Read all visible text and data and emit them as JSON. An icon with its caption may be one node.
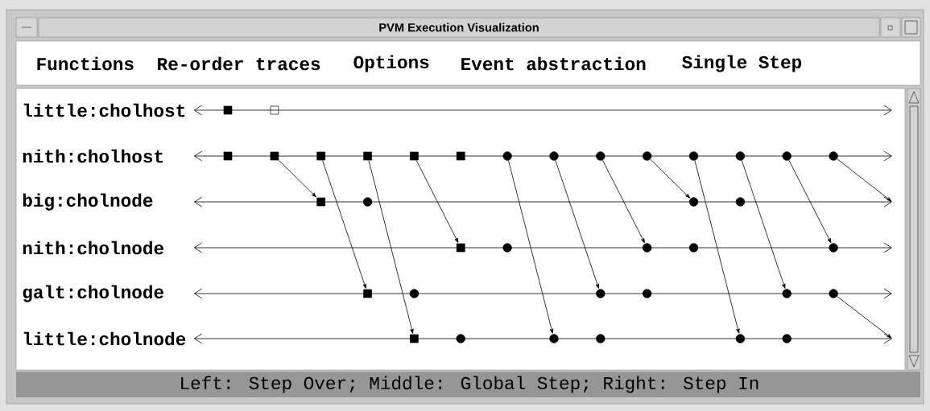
{
  "diagram": {
    "title": "PVM Execution Visualization",
    "nodes": [
      {
        "text": [
          "little:cholhost"
        ]
      },
      {
        "text": [
          "nith:cholhost"
        ]
      },
      {
        "text": [
          "big:cholnode"
        ]
      },
      {
        "text": [
          "nith:cholnode"
        ]
      },
      {
        "text": [
          "galt:cholnode"
        ]
      },
      {
        "text": [
          "little:cholnode"
        ]
      },
      {
        "text": [],
        "shape": "square"
      },
      {
        "text": [],
        "shape": "box"
      },
      {
        "text": [],
        "shape": "square"
      },
      {
        "text": [],
        "shape": "square"
      },
      {
        "text": [],
        "shape": "square"
      },
      {
        "text": [],
        "shape": "square"
      },
      {
        "text": [],
        "shape": "square"
      },
      {
        "text": [],
        "shape": "square"
      },
      {
        "text": [],
        "shape": "circle"
      },
      {
        "text": [],
        "shape": "circle"
      },
      {
        "text": [],
        "shape": "circle"
      },
      {
        "text": [],
        "shape": "circle"
      },
      {
        "text": [],
        "shape": "circle"
      },
      {
        "text": [],
        "shape": "circle"
      },
      {
        "text": [],
        "shape": "circle"
      },
      {
        "text": [],
        "shape": "circle"
      },
      {
        "text": [],
        "shape": "square"
      },
      {
        "text": [],
        "shape": "circle"
      },
      {
        "text": [],
        "shape": "circle"
      },
      {
        "text": [],
        "shape": "circle"
      },
      {
        "text": [],
        "shape": "square"
      },
      {
        "text": [],
        "shape": "circle"
      },
      {
        "text": [],
        "shape": "circle"
      },
      {
        "text": [],
        "shape": "circle"
      },
      {
        "text": [],
        "shape": "circle"
      },
      {
        "text": [],
        "shape": "square"
      },
      {
        "text": [],
        "shape": "circle"
      },
      {
        "text": [],
        "shape": "circle"
      },
      {
        "text": [],
        "shape": "circle"
      },
      {
        "text": [],
        "shape": "circle"
      },
      {
        "text": [],
        "shape": "circle"
      },
      {
        "text": [],
        "shape": "square"
      },
      {
        "text": [],
        "shape": "circle"
      },
      {
        "text": [],
        "shape": "circle"
      },
      {
        "text": [],
        "shape": "circle"
      },
      {
        "text": [],
        "shape": "circle"
      },
      {
        "text": [],
        "shape": "circle"
      }
    ],
    "edges": [
      {
        "from": 9,
        "to": 22,
        "arrow": "to"
      },
      {
        "from": 10,
        "to": 31,
        "arrow": "to"
      },
      {
        "from": 11,
        "to": 37,
        "arrow": "to"
      },
      {
        "from": 12,
        "to": 26,
        "arrow": "to"
      },
      {
        "from": 14,
        "to": 39,
        "arrow": "to"
      },
      {
        "from": 15,
        "to": 33,
        "arrow": "to"
      },
      {
        "from": 16,
        "to": 28,
        "arrow": "to"
      },
      {
        "from": 17,
        "to": 24,
        "arrow": "to"
      },
      {
        "from": 18,
        "to": 41,
        "arrow": "to"
      },
      {
        "from": 19,
        "to": 35,
        "arrow": "to"
      },
      {
        "from": 20,
        "to": 30,
        "arrow": "to"
      },
      {
        "from": 21,
        "to": null,
        "arrow": "to"
      },
      {
        "from": 36,
        "to": null,
        "arrow": "to"
      }
    ],
    "labels": [
      "Functions",
      "Re-order traces",
      "Options",
      "Event abstraction",
      "Single Step",
      "Left: Step Over; Middle: Global Step; Right: Step In"
    ]
  }
}
